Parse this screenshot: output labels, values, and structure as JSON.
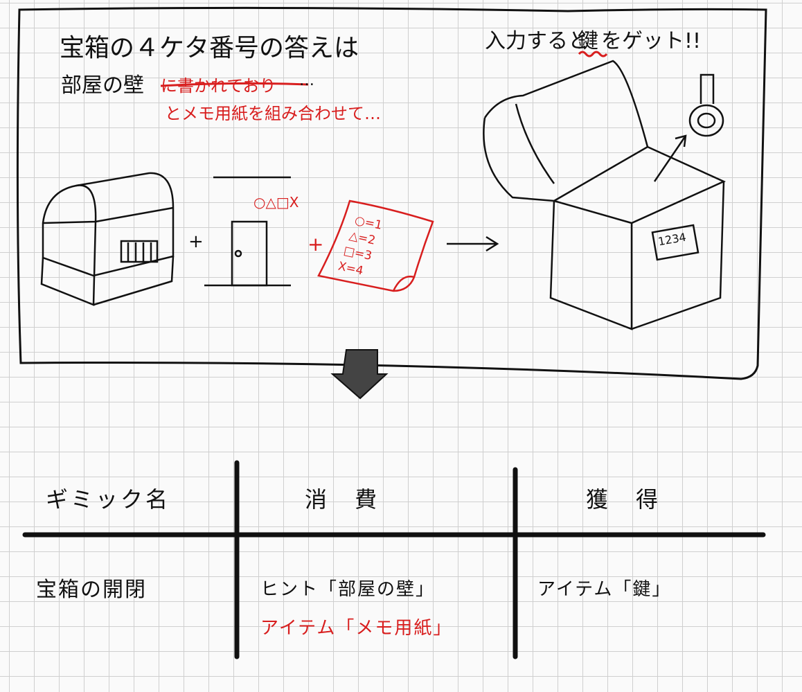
{
  "sketch": {
    "line1": "宝箱の４ケタ番号の答えは",
    "line2_black": "部屋の壁",
    "line2_struck": "に書かれており",
    "line2_ellipsis": "…",
    "line3_red": "とメモ用紙を組み合わせて…",
    "right_caption_pre": "入力すると",
    "right_caption_key": "鍵",
    "right_caption_post": "をゲット!!",
    "plus1": "+",
    "plus2": "+",
    "door_symbols": "○△□X",
    "memo_lines": [
      "○=1",
      "△=2",
      "□=3",
      "X=4"
    ],
    "chest_open_lock": "1234"
  },
  "table": {
    "headers": [
      "ギミック名",
      "消　費",
      "獲　得"
    ],
    "row": {
      "gimmick": "宝箱の開閉",
      "consume_1": "ヒント「部屋の壁」",
      "consume_2": "アイテム「メモ用紙」",
      "acquire": "アイテム「鍵」"
    }
  },
  "colors": {
    "ink": "#111111",
    "red": "#d81e1e",
    "grid": "#cfcfcf",
    "paper": "#fafafa"
  }
}
